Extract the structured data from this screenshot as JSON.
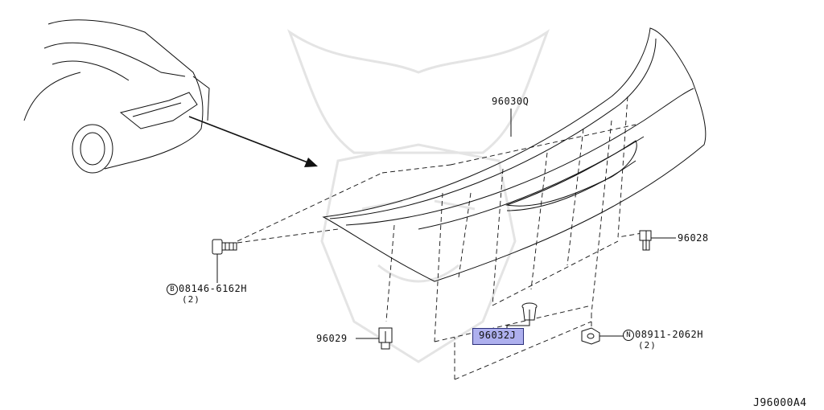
{
  "diagram": {
    "code": "J96000A4",
    "highlight_color": "#aeb0ee",
    "parts": [
      {
        "id": "part-96030q",
        "label": "96030Q"
      },
      {
        "id": "part-96028",
        "label": "96028"
      },
      {
        "id": "part-96029",
        "label": "96029"
      },
      {
        "id": "part-96032j",
        "label": "96032J"
      },
      {
        "id": "part-08146",
        "prefix": "B",
        "label": "08146-6162H",
        "qty": "(2)"
      },
      {
        "id": "part-08911",
        "prefix": "N",
        "label": "08911-2062H",
        "qty": "(2)"
      }
    ]
  }
}
